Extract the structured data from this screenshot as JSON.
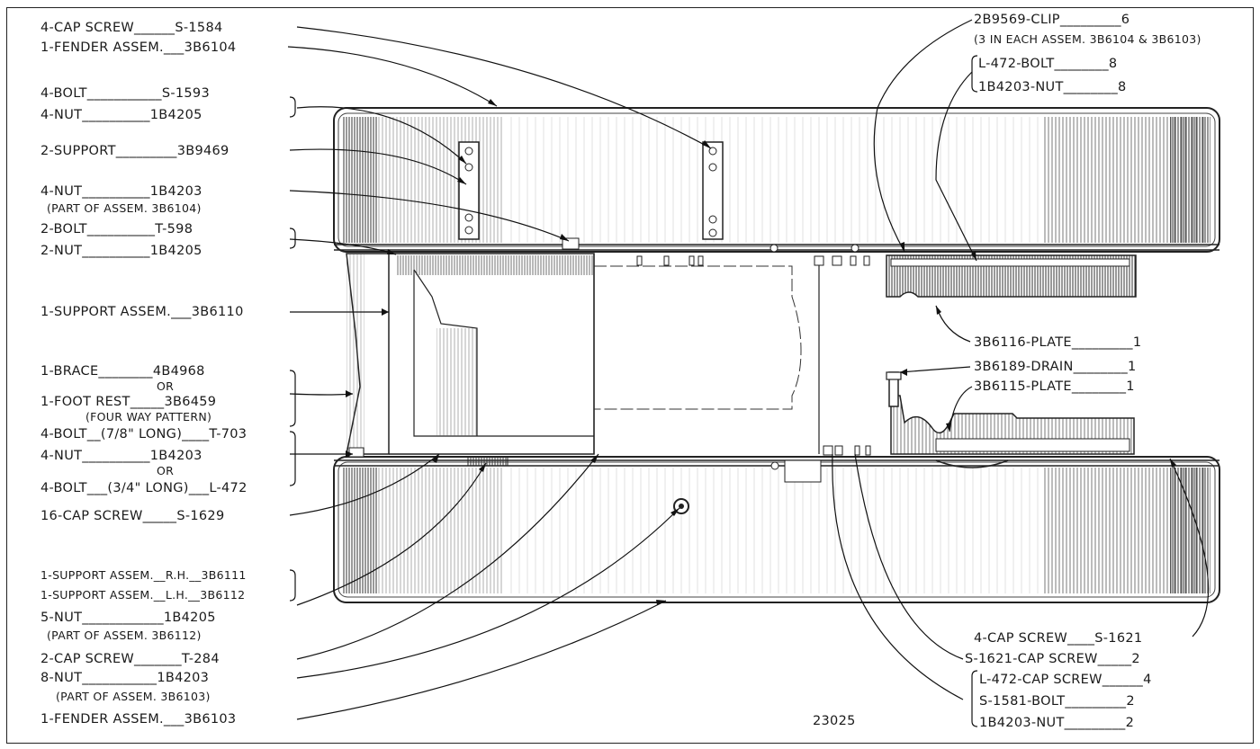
{
  "figure_number": "23025",
  "left_callouts": {
    "cap_screw_top": "4-CAP SCREW______S-1584",
    "fender_top": "1-FENDER ASSEM.___3B6104",
    "bolt_s1593": "4-BOLT___________S-1593",
    "nut_1b4205_a": "4-NUT__________1B4205",
    "support_2": "2-SUPPORT_________3B9469",
    "nut_1b4203_a": "4-NUT__________1B4203",
    "part_of_3b6104": "(PART OF ASSEM. 3B6104)",
    "bolt_t598": "2-BOLT__________T-598",
    "nut_1b4205_b": "2-NUT__________1B4205",
    "support_assem": "1-SUPPORT ASSEM.___3B6110",
    "brace": "1-BRACE________4B4968",
    "or_1": "OR",
    "foot_rest": "1-FOOT REST_____3B6459",
    "four_way": "(FOUR WAY PATTERN)",
    "bolt_t703": "4-BOLT__(7/8\" LONG)____T-703",
    "nut_1b4203_b": "4-NUT__________1B4203",
    "or_2": "OR",
    "bolt_l472": "4-BOLT___(3/4\" LONG)___L-472",
    "cap_screw_16": "16-CAP SCREW_____S-1629",
    "support_rh": "1-SUPPORT ASSEM.__R.H.__3B6111",
    "support_lh": "1-SUPPORT ASSEM.__L.H.__3B6112",
    "nut_5": "5-NUT____________1B4205",
    "part_of_3b6112": "(PART OF ASSEM. 3B6112)",
    "cap_screw_t284": "2-CAP SCREW_______T-284",
    "nut_8": "8-NUT___________1B4203",
    "part_of_3b6103": "(PART OF ASSEM. 3B6103)",
    "fender_bottom": "1-FENDER ASSEM.___3B6103"
  },
  "right_callouts": {
    "clip": "2B9569-CLIP_________6",
    "clip_note": "(3 IN EACH ASSEM. 3B6104 & 3B6103)",
    "bolt_l472": "L-472-BOLT________8",
    "nut_1b4203_top": "1B4203-NUT________8",
    "plate_3b6116": "3B6116-PLATE_________1",
    "drain": "3B6189-DRAIN________1",
    "plate_3b6115": "3B6115-PLATE________1",
    "cap_screw_s1621": "4-CAP SCREW____S-1621",
    "s1621_cap_screw": "S-1621-CAP SCREW_____2",
    "l472_cap_screw": "L-472-CAP SCREW______4",
    "s1581_bolt": "S-1581-BOLT_________2",
    "nut_1b4203_bottom": "1B4203-NUT_________2"
  }
}
